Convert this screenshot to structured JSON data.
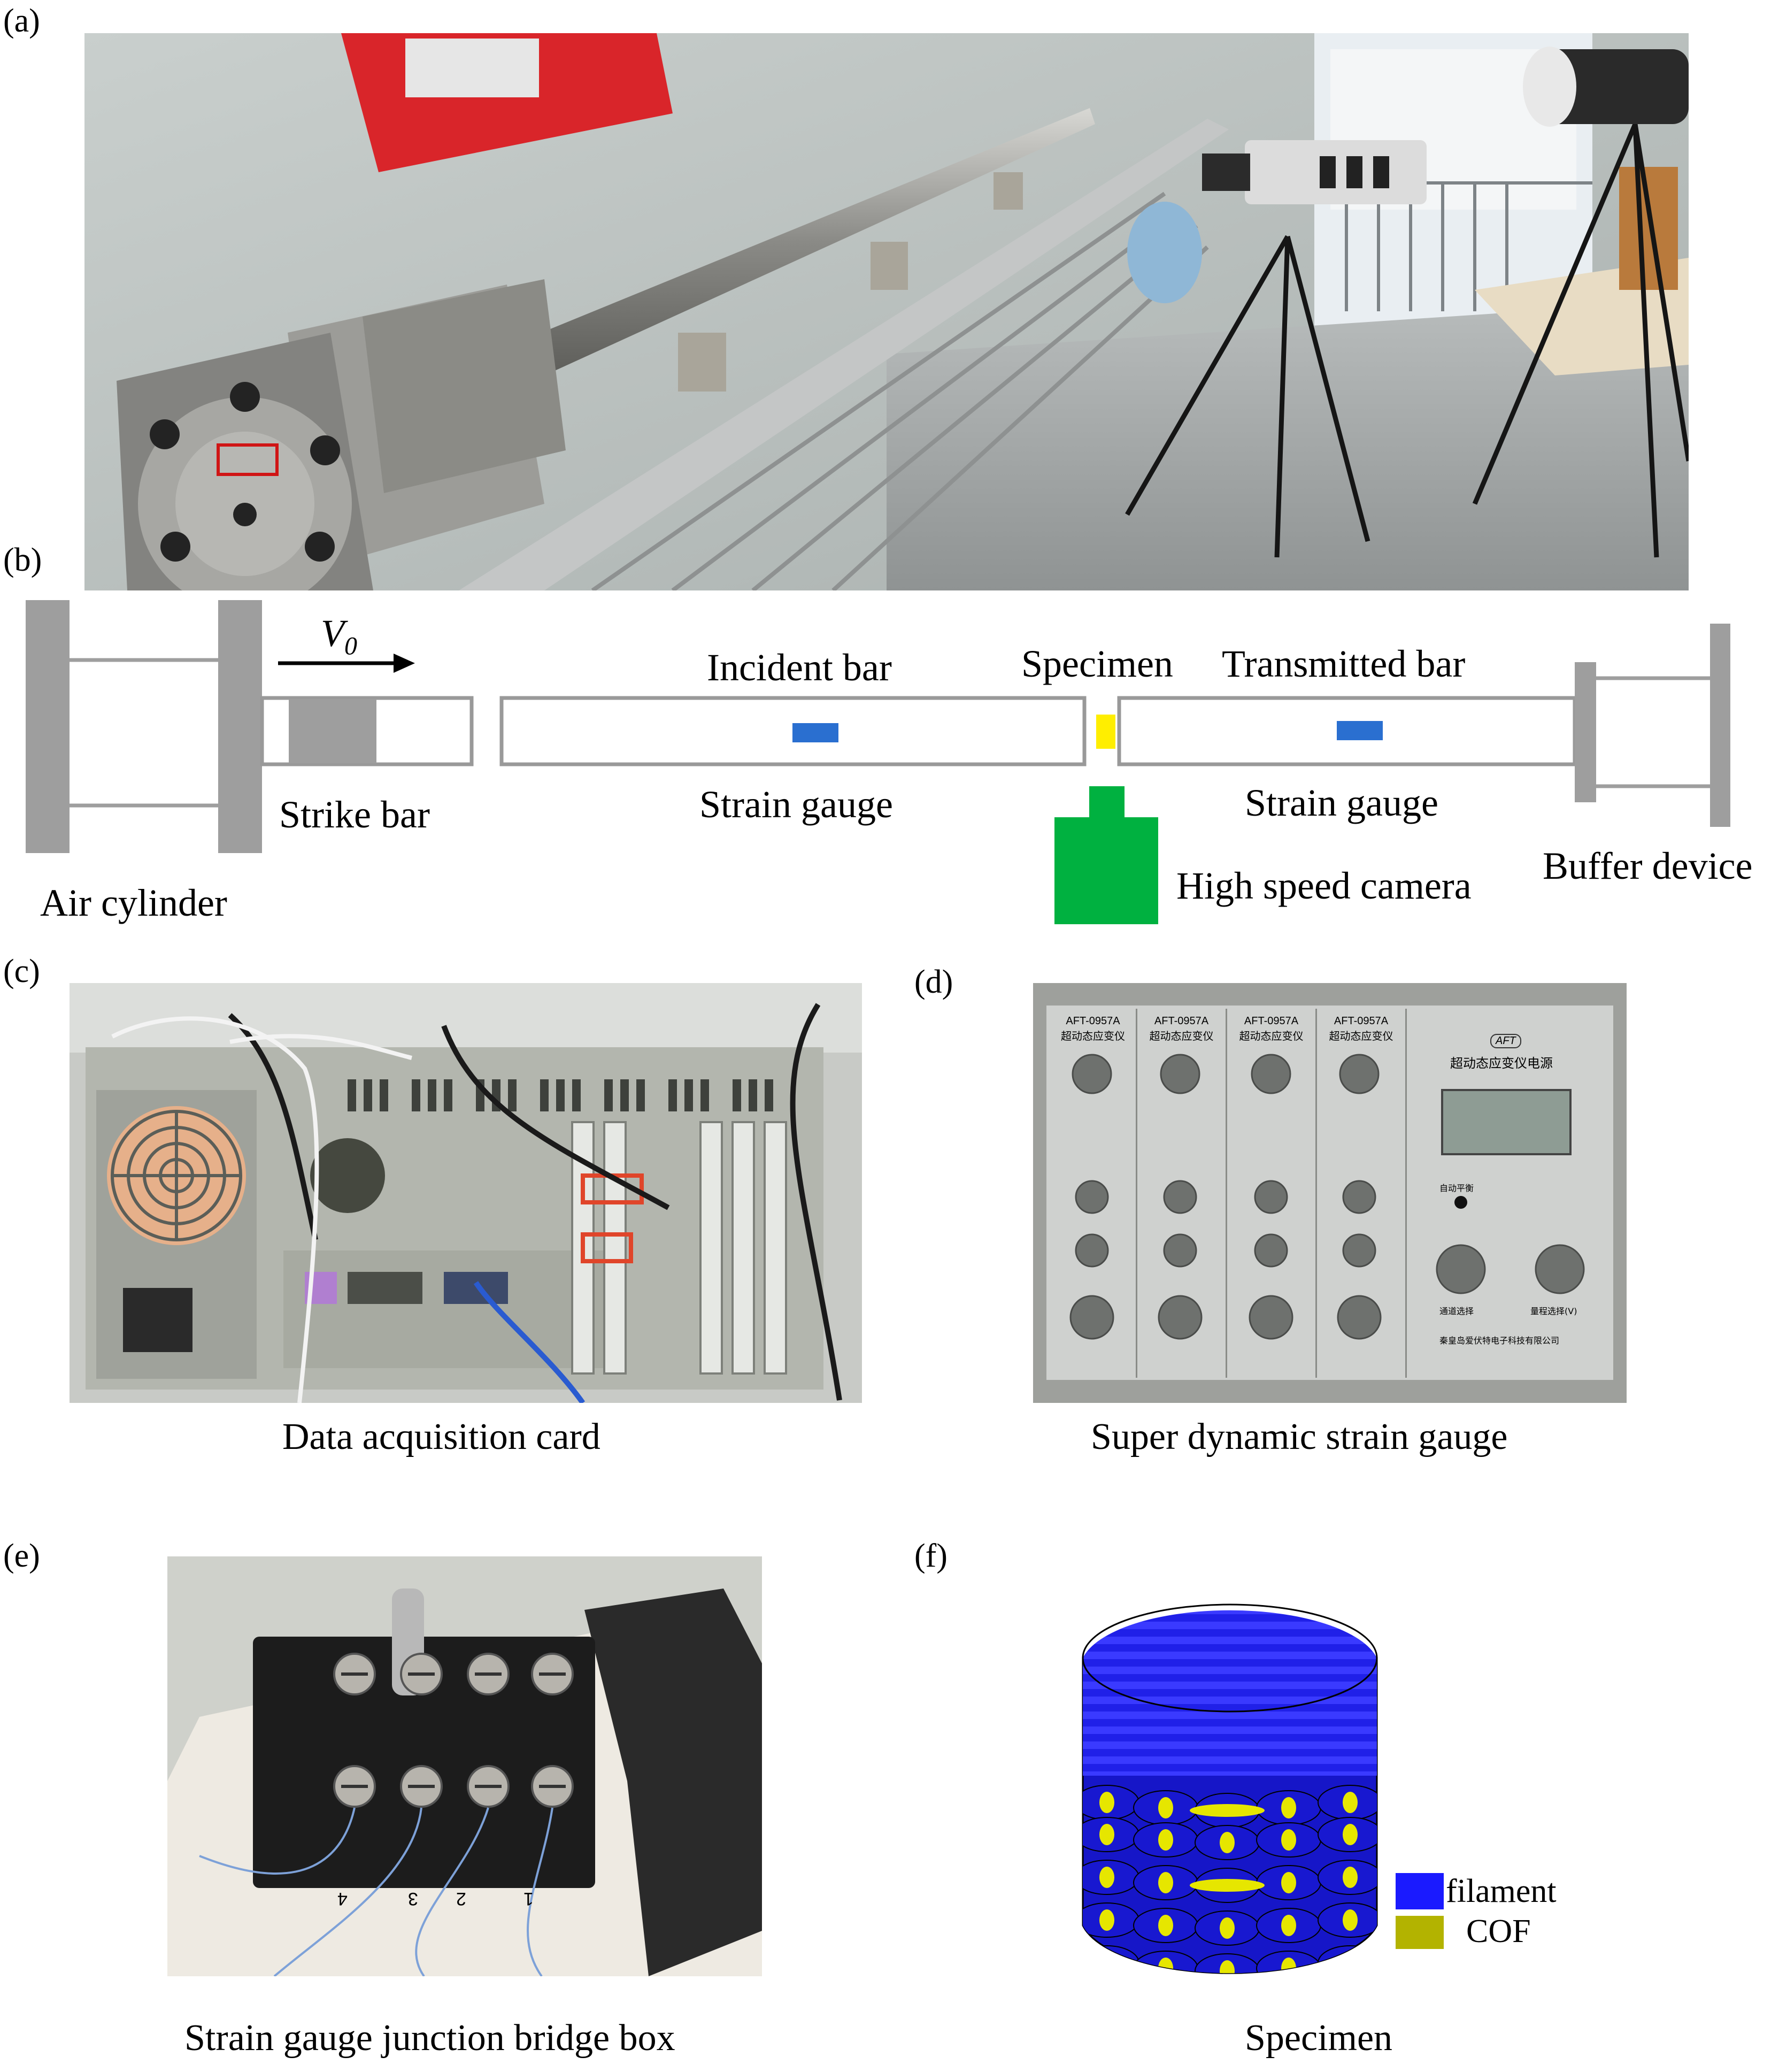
{
  "panels": {
    "a": {
      "label": "(a)"
    },
    "b": {
      "label": "(b)",
      "velocity_symbol": "V",
      "velocity_subscript": "0",
      "labels": {
        "incident_bar": "Incident bar",
        "specimen": "Specimen",
        "transmitted_bar": "Transmitted bar",
        "strike_bar": "Strike bar",
        "strain_gauge_left": "Strain gauge",
        "strain_gauge_right": "Strain gauge",
        "high_speed_camera": "High speed camera",
        "buffer_device": "Buffer device",
        "air_cylinder": "Air cylinder"
      },
      "colors": {
        "bar_fill": "#ffffff",
        "bar_stroke": "#999999",
        "cylinder_gray": "#9e9e9e",
        "strain_gauge": "#2a6fd0",
        "specimen": "#ffee00",
        "camera": "#00b140"
      }
    },
    "c": {
      "label": "(c)",
      "caption": "Data acquisition card"
    },
    "d": {
      "label": "(d)",
      "caption": "Super dynamic strain gauge",
      "module_title": "AFT-0957A",
      "module_subtitle": "超动态应变仪",
      "power_brand": "AFT",
      "power_title": "超动态应变仪电源",
      "auto_balance": "自动平衡",
      "channel_select": "通道选择",
      "range_select": "量程选择(V)",
      "maker": "秦皇岛爱伏特电子科技有限公司"
    },
    "e": {
      "label": "(e)",
      "caption": "Strain gauge junction bridge box",
      "terminal_numbers": [
        "4",
        "3",
        "2",
        "1"
      ]
    },
    "f": {
      "label": "(f)",
      "caption": "Specimen",
      "legend": [
        {
          "name": "filament",
          "color": "#1a1aff"
        },
        {
          "name": "COF",
          "color": "#b3b300"
        }
      ]
    }
  }
}
